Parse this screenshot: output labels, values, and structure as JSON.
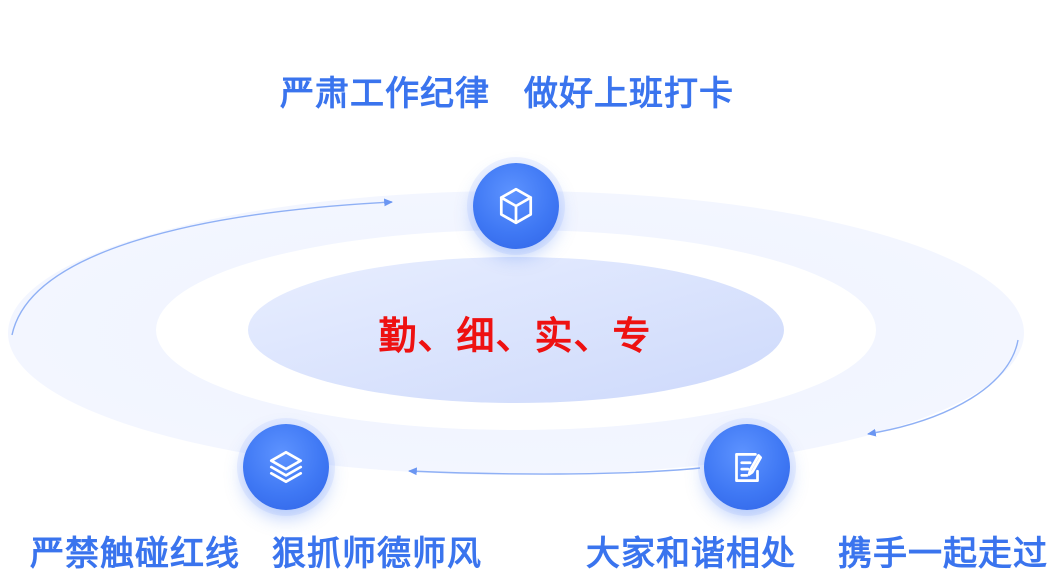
{
  "captions": {
    "top": [
      "严肃工作纪律",
      "做好上班打卡"
    ],
    "bottom_left": [
      "严禁触碰红线",
      "狠抓师德师风"
    ],
    "bottom_right": [
      "大家和谐相处",
      "携手一起走过"
    ]
  },
  "center": {
    "text": "勤、细、实、专"
  },
  "nodes": [
    {
      "id": "top",
      "icon": "cube-icon"
    },
    {
      "id": "bottom-left",
      "icon": "layers-icon"
    },
    {
      "id": "bottom-right",
      "icon": "note-edit-icon"
    }
  ],
  "colors": {
    "accent_blue": "#3a74ee",
    "center_text": "#ee1111",
    "ring_light": "#e8efff"
  }
}
